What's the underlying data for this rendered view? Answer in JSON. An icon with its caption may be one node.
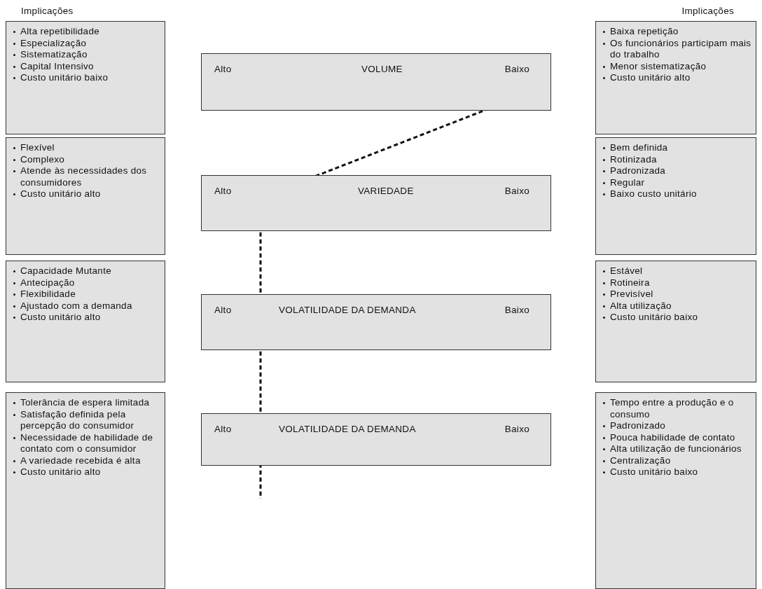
{
  "diagram": {
    "nodes": [
      {
        "text": [
          "Alta repetibilidade",
          "Especialização",
          "Sistematização",
          "Capital Intensivo",
          "Custo unitário baixo"
        ]
      },
      {
        "text": [
          "Alto",
          "VOLUME",
          "Baixo"
        ]
      },
      {
        "text": [
          "Baixa repetição",
          "Os funcionários participam mais do trabalho",
          "Menor sistematização",
          "Custo unitário alto"
        ]
      },
      {
        "text": [
          "Flexível",
          "Complexo",
          "Atende às necessidades dos consumidores",
          "Custo unitário alto"
        ]
      },
      {
        "text": [
          "Alto",
          "VARIEDADE",
          "Baixo"
        ]
      },
      {
        "text": [
          "Bem definida",
          "Rotinizada",
          "Padronizada",
          "Regular",
          "Baixo custo unitário"
        ]
      },
      {
        "text": [
          "Capacidade Mutante",
          "Antecipação",
          "Flexibilidade",
          "Ajustado com a demanda",
          "Custo unitário alto"
        ]
      },
      {
        "text": [
          "Alto",
          "VOLATILIDADE DA DEMANDA",
          "Baixo"
        ]
      },
      {
        "text": [
          "Estável",
          "Rotineira",
          "Previsível",
          "Alta utilização",
          "Custo unitário baixo"
        ]
      },
      {
        "text": [
          "Tolerância de espera limitada",
          "Satisfação definida pela percepção do consumidor",
          "Necessidade de habilidade de contato com o consumidor",
          "A variedade recebida é alta",
          "Custo unitário alto"
        ]
      },
      {
        "text": [
          "Alto",
          "VOLATILIDADE DA DEMANDA",
          "Baixo"
        ]
      },
      {
        "text": [
          "Tempo entre a produção e o consumo",
          "Padronizado",
          "Pouca habilidade de contato",
          "Alta utilização de funcionários",
          "Centralização",
          "Custo unitário baixo"
        ]
      }
    ],
    "labels": [
      "Implicações",
      "Implicações"
    ]
  }
}
